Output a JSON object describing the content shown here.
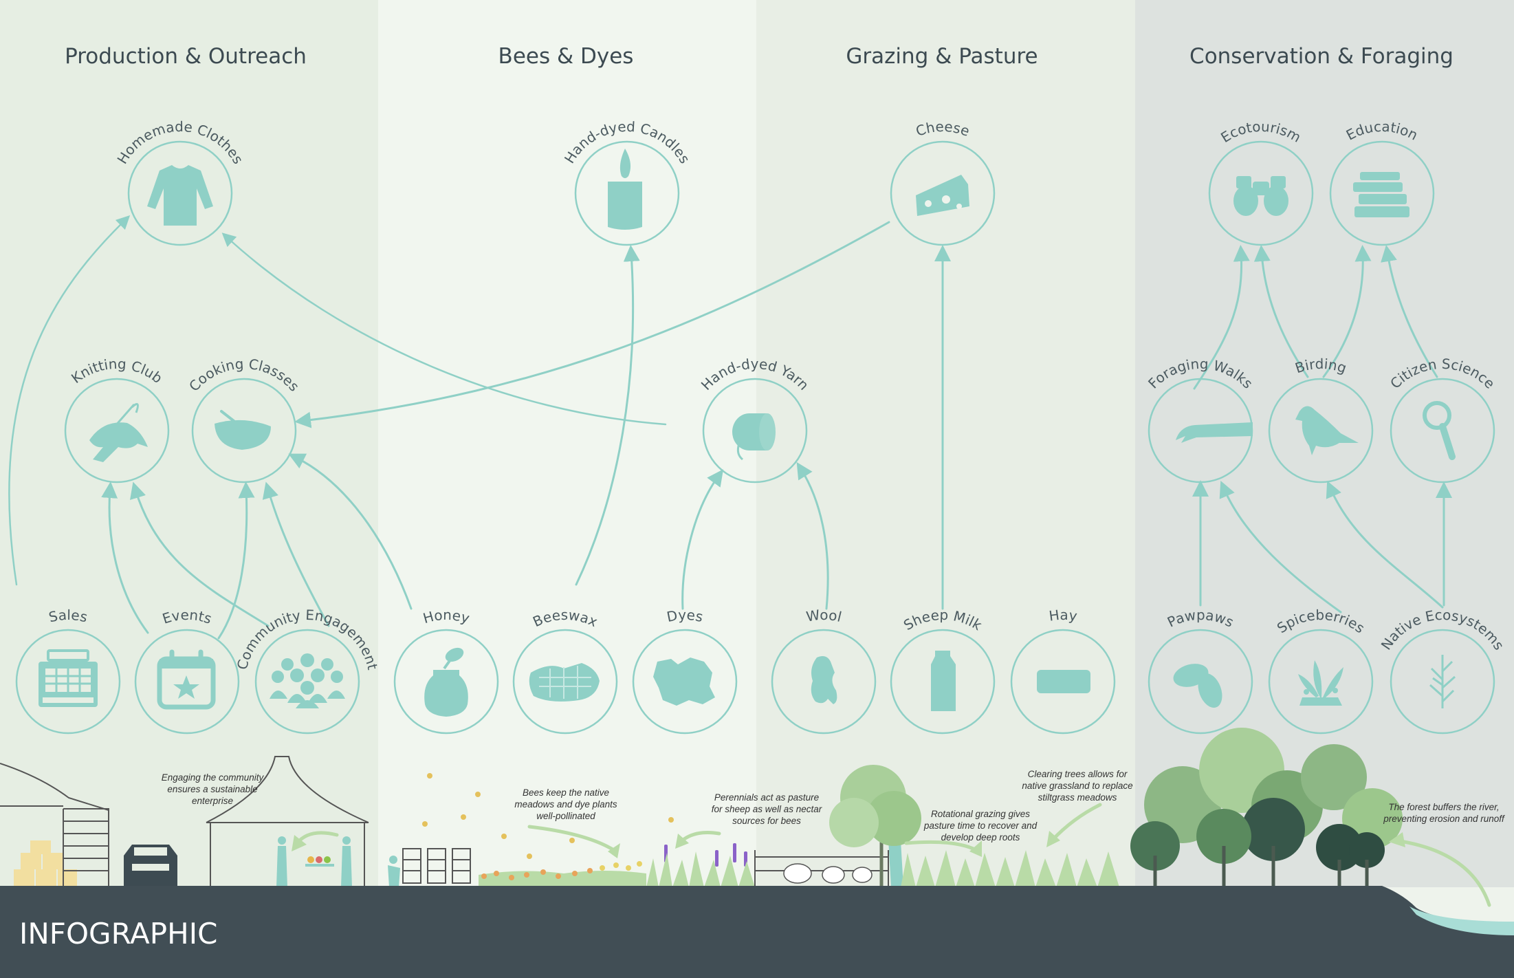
{
  "columns": [
    {
      "title": "Production & Outreach",
      "color": "#e6eee3"
    },
    {
      "title": "Bees & Dyes",
      "color": "#f1f6ef"
    },
    {
      "title": "Grazing & Pasture",
      "color": "#e8eee5"
    },
    {
      "title": "Conservation & Foraging",
      "color": "#dde2df"
    }
  ],
  "nodes": {
    "homemade_clothes": "Homemade Clothes",
    "hand_dyed_candles": "Hand-dyed Candles",
    "cheese": "Cheese",
    "ecotourism": "Ecotourism",
    "education": "Education",
    "knitting_club": "Knitting Club",
    "cooking_classes": "Cooking Classes",
    "hand_dyed_yarn": "Hand-dyed Yarn",
    "foraging_walks": "Foraging Walks",
    "birding": "Birding",
    "citizen_science": "Citizen Science",
    "sales": "Sales",
    "events": "Events",
    "community_engagement": "Community Engagement",
    "honey": "Honey",
    "beeswax": "Beeswax",
    "dyes": "Dyes",
    "wool": "Wool",
    "sheep_milk": "Sheep Milk",
    "hay": "Hay",
    "pawpaws": "Pawpaws",
    "spiceberries": "Spiceberries",
    "native_ecosystems": "Native Ecosystems"
  },
  "edges": [
    [
      "sales",
      "homemade_clothes"
    ],
    [
      "hand_dyed_yarn",
      "homemade_clothes"
    ],
    [
      "events",
      "knitting_club"
    ],
    [
      "community_engagement",
      "knitting_club"
    ],
    [
      "events",
      "cooking_classes"
    ],
    [
      "community_engagement",
      "cooking_classes"
    ],
    [
      "honey",
      "cooking_classes"
    ],
    [
      "cheese",
      "cooking_classes"
    ],
    [
      "beeswax",
      "hand_dyed_candles"
    ],
    [
      "dyes",
      "hand_dyed_yarn"
    ],
    [
      "wool",
      "hand_dyed_yarn"
    ],
    [
      "sheep_milk",
      "cheese"
    ],
    [
      "foraging_walks",
      "ecotourism"
    ],
    [
      "birding",
      "ecotourism"
    ],
    [
      "birding",
      "education"
    ],
    [
      "citizen_science",
      "education"
    ],
    [
      "pawpaws",
      "foraging_walks"
    ],
    [
      "spiceberries",
      "foraging_walks"
    ],
    [
      "native_ecosystems",
      "birding"
    ],
    [
      "native_ecosystems",
      "citizen_science"
    ]
  ],
  "captions": {
    "community": [
      "Engaging the community",
      "ensures a sustainable",
      "enterprise"
    ],
    "bees": [
      "Bees keep the native",
      "meadows and dye plants",
      "well-pollinated"
    ],
    "perennials": [
      "Perennials act as pasture",
      "for sheep as well as nectar",
      "sources for bees"
    ],
    "grazing": [
      "Rotational grazing gives",
      "pasture time to recover and",
      "develop deep roots"
    ],
    "clearing": [
      "Clearing trees allows for",
      "native grassland to replace",
      "stiltgrass meadows"
    ],
    "forest": [
      "The forest buffers the river,",
      "preventing erosion and runoff"
    ]
  },
  "footer": {
    "title": "INFOGRAPHIC"
  },
  "colors": {
    "accent": "#8fd0c6",
    "footer": "#414e55",
    "water": "#a9ddd6"
  }
}
